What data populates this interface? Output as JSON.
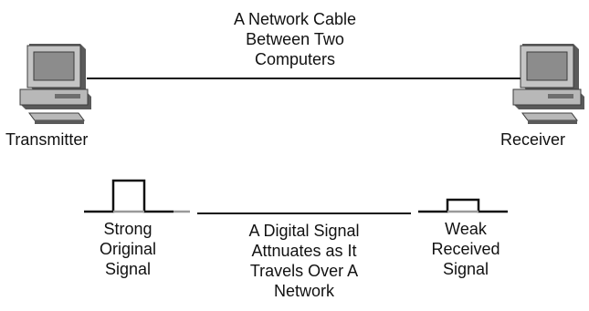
{
  "cable_caption": [
    "A Network Cable",
    "Between Two",
    "Computers"
  ],
  "transmitter_label": "Transmitter",
  "receiver_label": "Receiver",
  "strong_signal_caption": [
    "Strong",
    "Original",
    "Signal"
  ],
  "attenuation_caption": [
    "A Digital Signal",
    "Attnuates as It",
    "Travels Over A",
    "Network"
  ],
  "weak_signal_caption": [
    "Weak",
    "Received",
    "Signal"
  ],
  "colors": {
    "line": "#111111",
    "signal_baseline_gray": "#9a9a9a",
    "computer_body": "#b8b8b8",
    "computer_shadow": "#5a5a5a",
    "screen": "#8c8c8c"
  }
}
